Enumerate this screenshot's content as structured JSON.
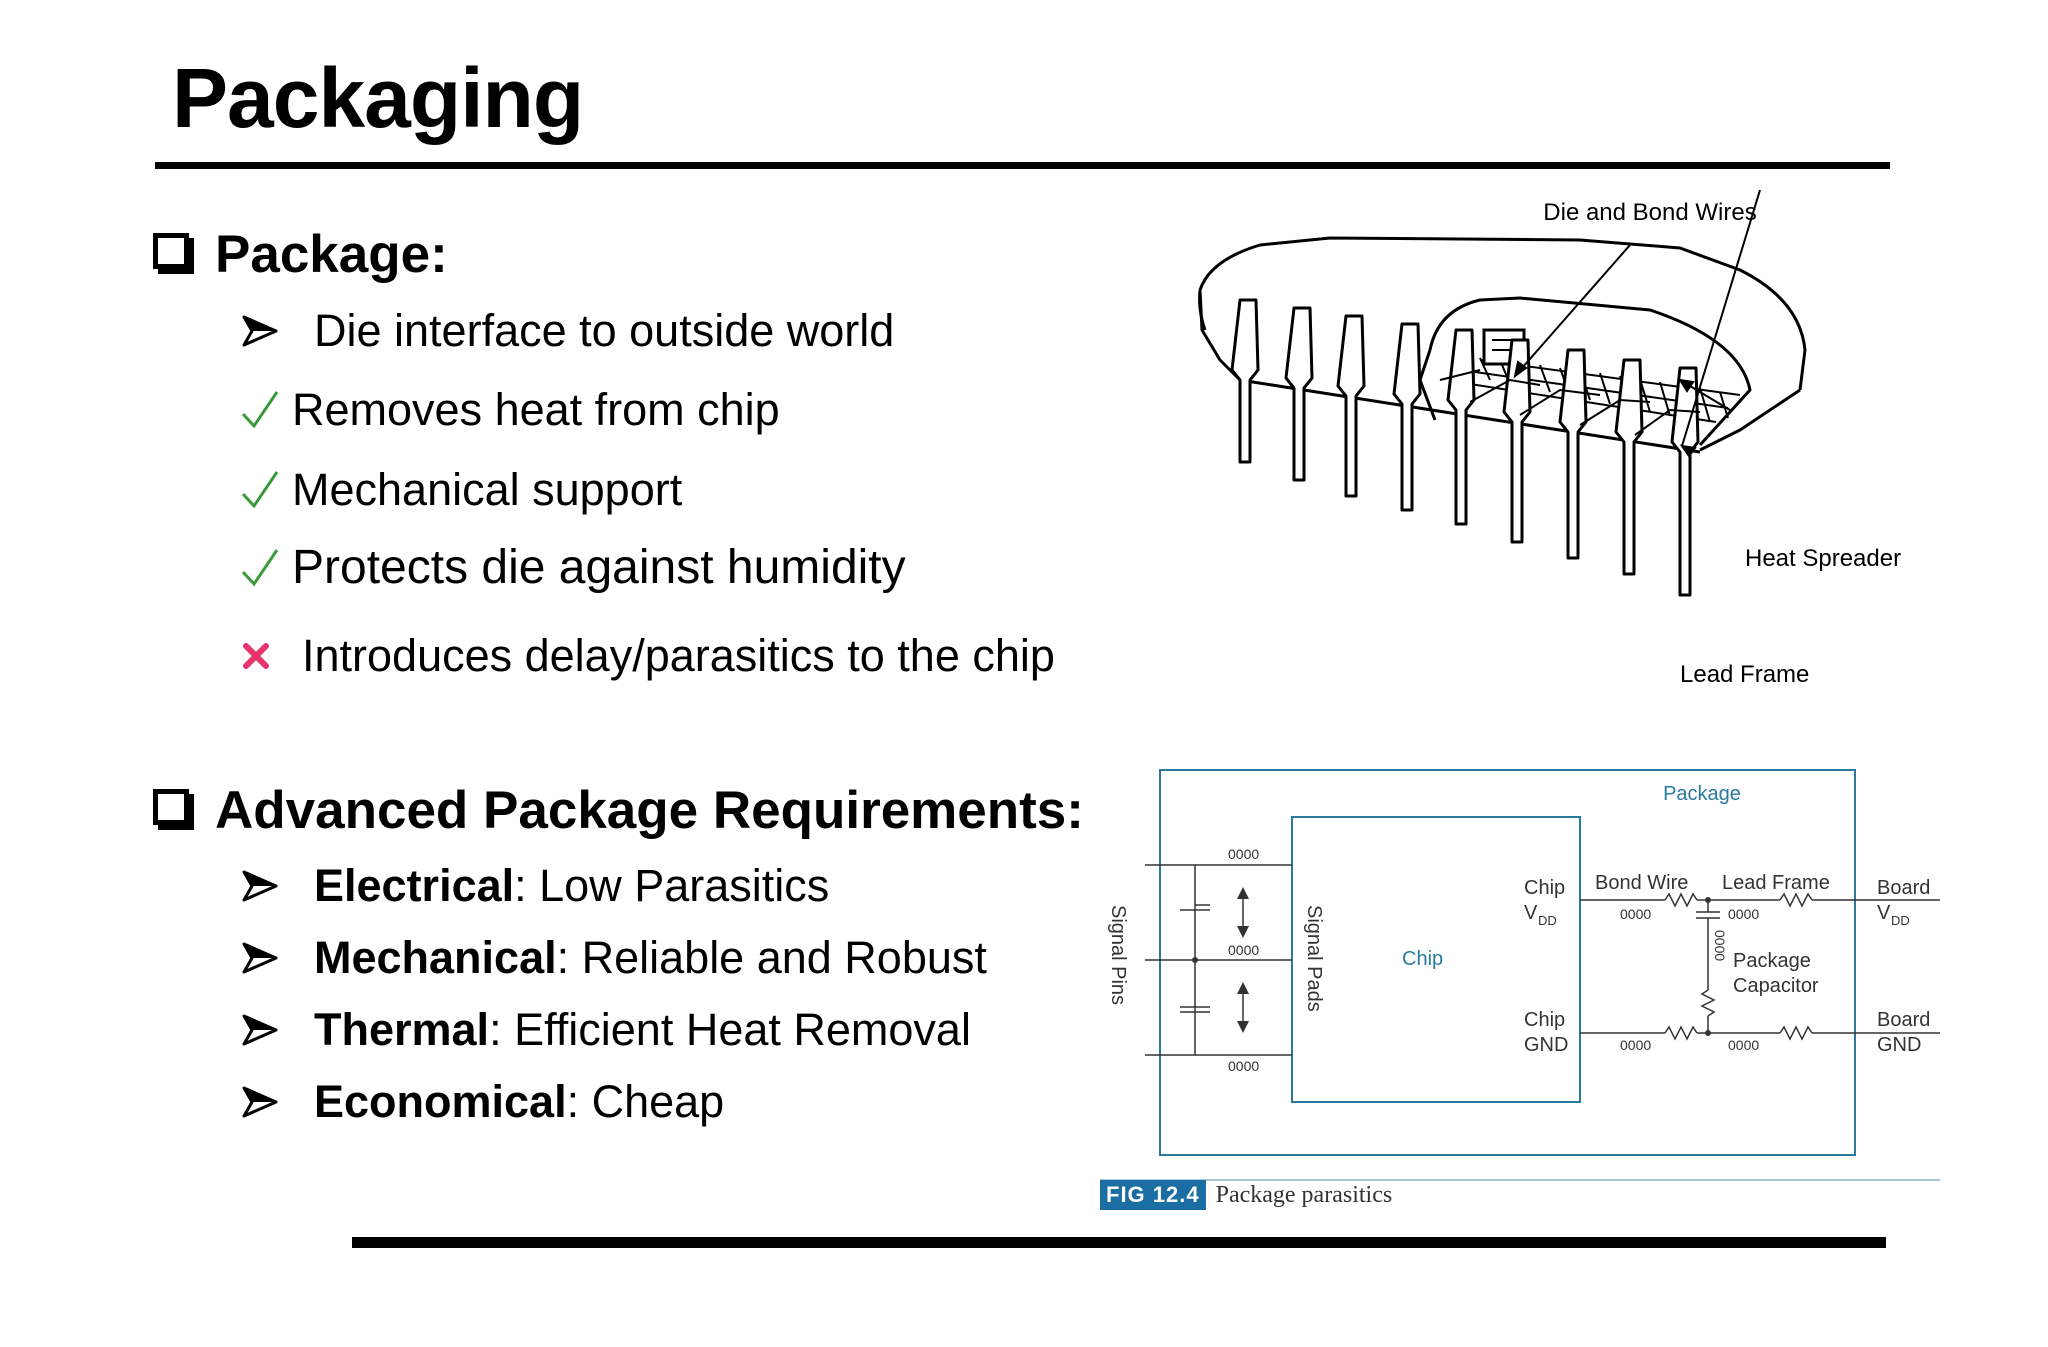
{
  "title": "Packaging",
  "section1": {
    "heading": "Package:",
    "items": [
      {
        "type": "arrow",
        "text": "Die interface to outside world"
      },
      {
        "type": "check",
        "text": "Removes heat from chip"
      },
      {
        "type": "check",
        "text": "Mechanical support"
      },
      {
        "type": "check",
        "text": "Protects die against humidity"
      },
      {
        "type": "cross",
        "text": "Introduces delay/parasitics to the chip"
      }
    ]
  },
  "section2": {
    "heading": "Advanced Package Requirements:",
    "items": [
      {
        "bold": "Electrical",
        "rest": ": Low Parasitics"
      },
      {
        "bold": "Mechanical",
        "rest": ": Reliable and Robust"
      },
      {
        "bold": "Thermal",
        "rest": ": Efficient Heat Removal"
      },
      {
        "bold": "Economical",
        "rest": ": Cheap"
      }
    ]
  },
  "package_figure": {
    "labels": {
      "die": "Die and Bond Wires",
      "heat": "Heat Spreader",
      "lead": "Lead Frame"
    }
  },
  "circuit_figure": {
    "package": "Package",
    "chip": "Chip",
    "signal_pins": "Signal Pins",
    "signal_pads": "Signal Pads",
    "chip_vdd": "Chip",
    "chip_vdd_sub": "V",
    "chip_vdd_subscript": "DD",
    "chip_gnd_1": "Chip",
    "chip_gnd_2": "GND",
    "bond_wire": "Bond Wire",
    "lead_frame": "Lead Frame",
    "package_capacitor_1": "Package",
    "package_capacitor_2": "Capacitor",
    "board_vdd": "Board",
    "board_vdd_sub": "V",
    "board_vdd_subscript": "DD",
    "board_gnd_1": "Board",
    "board_gnd_2": "GND",
    "inductor": "0000",
    "fig_tag": "FIG 12.4",
    "fig_caption": "Package parasitics"
  },
  "colors": {
    "check": "#3a9a3a",
    "cross": "#e8336b",
    "circuit_accent": "#2a7aa0"
  }
}
